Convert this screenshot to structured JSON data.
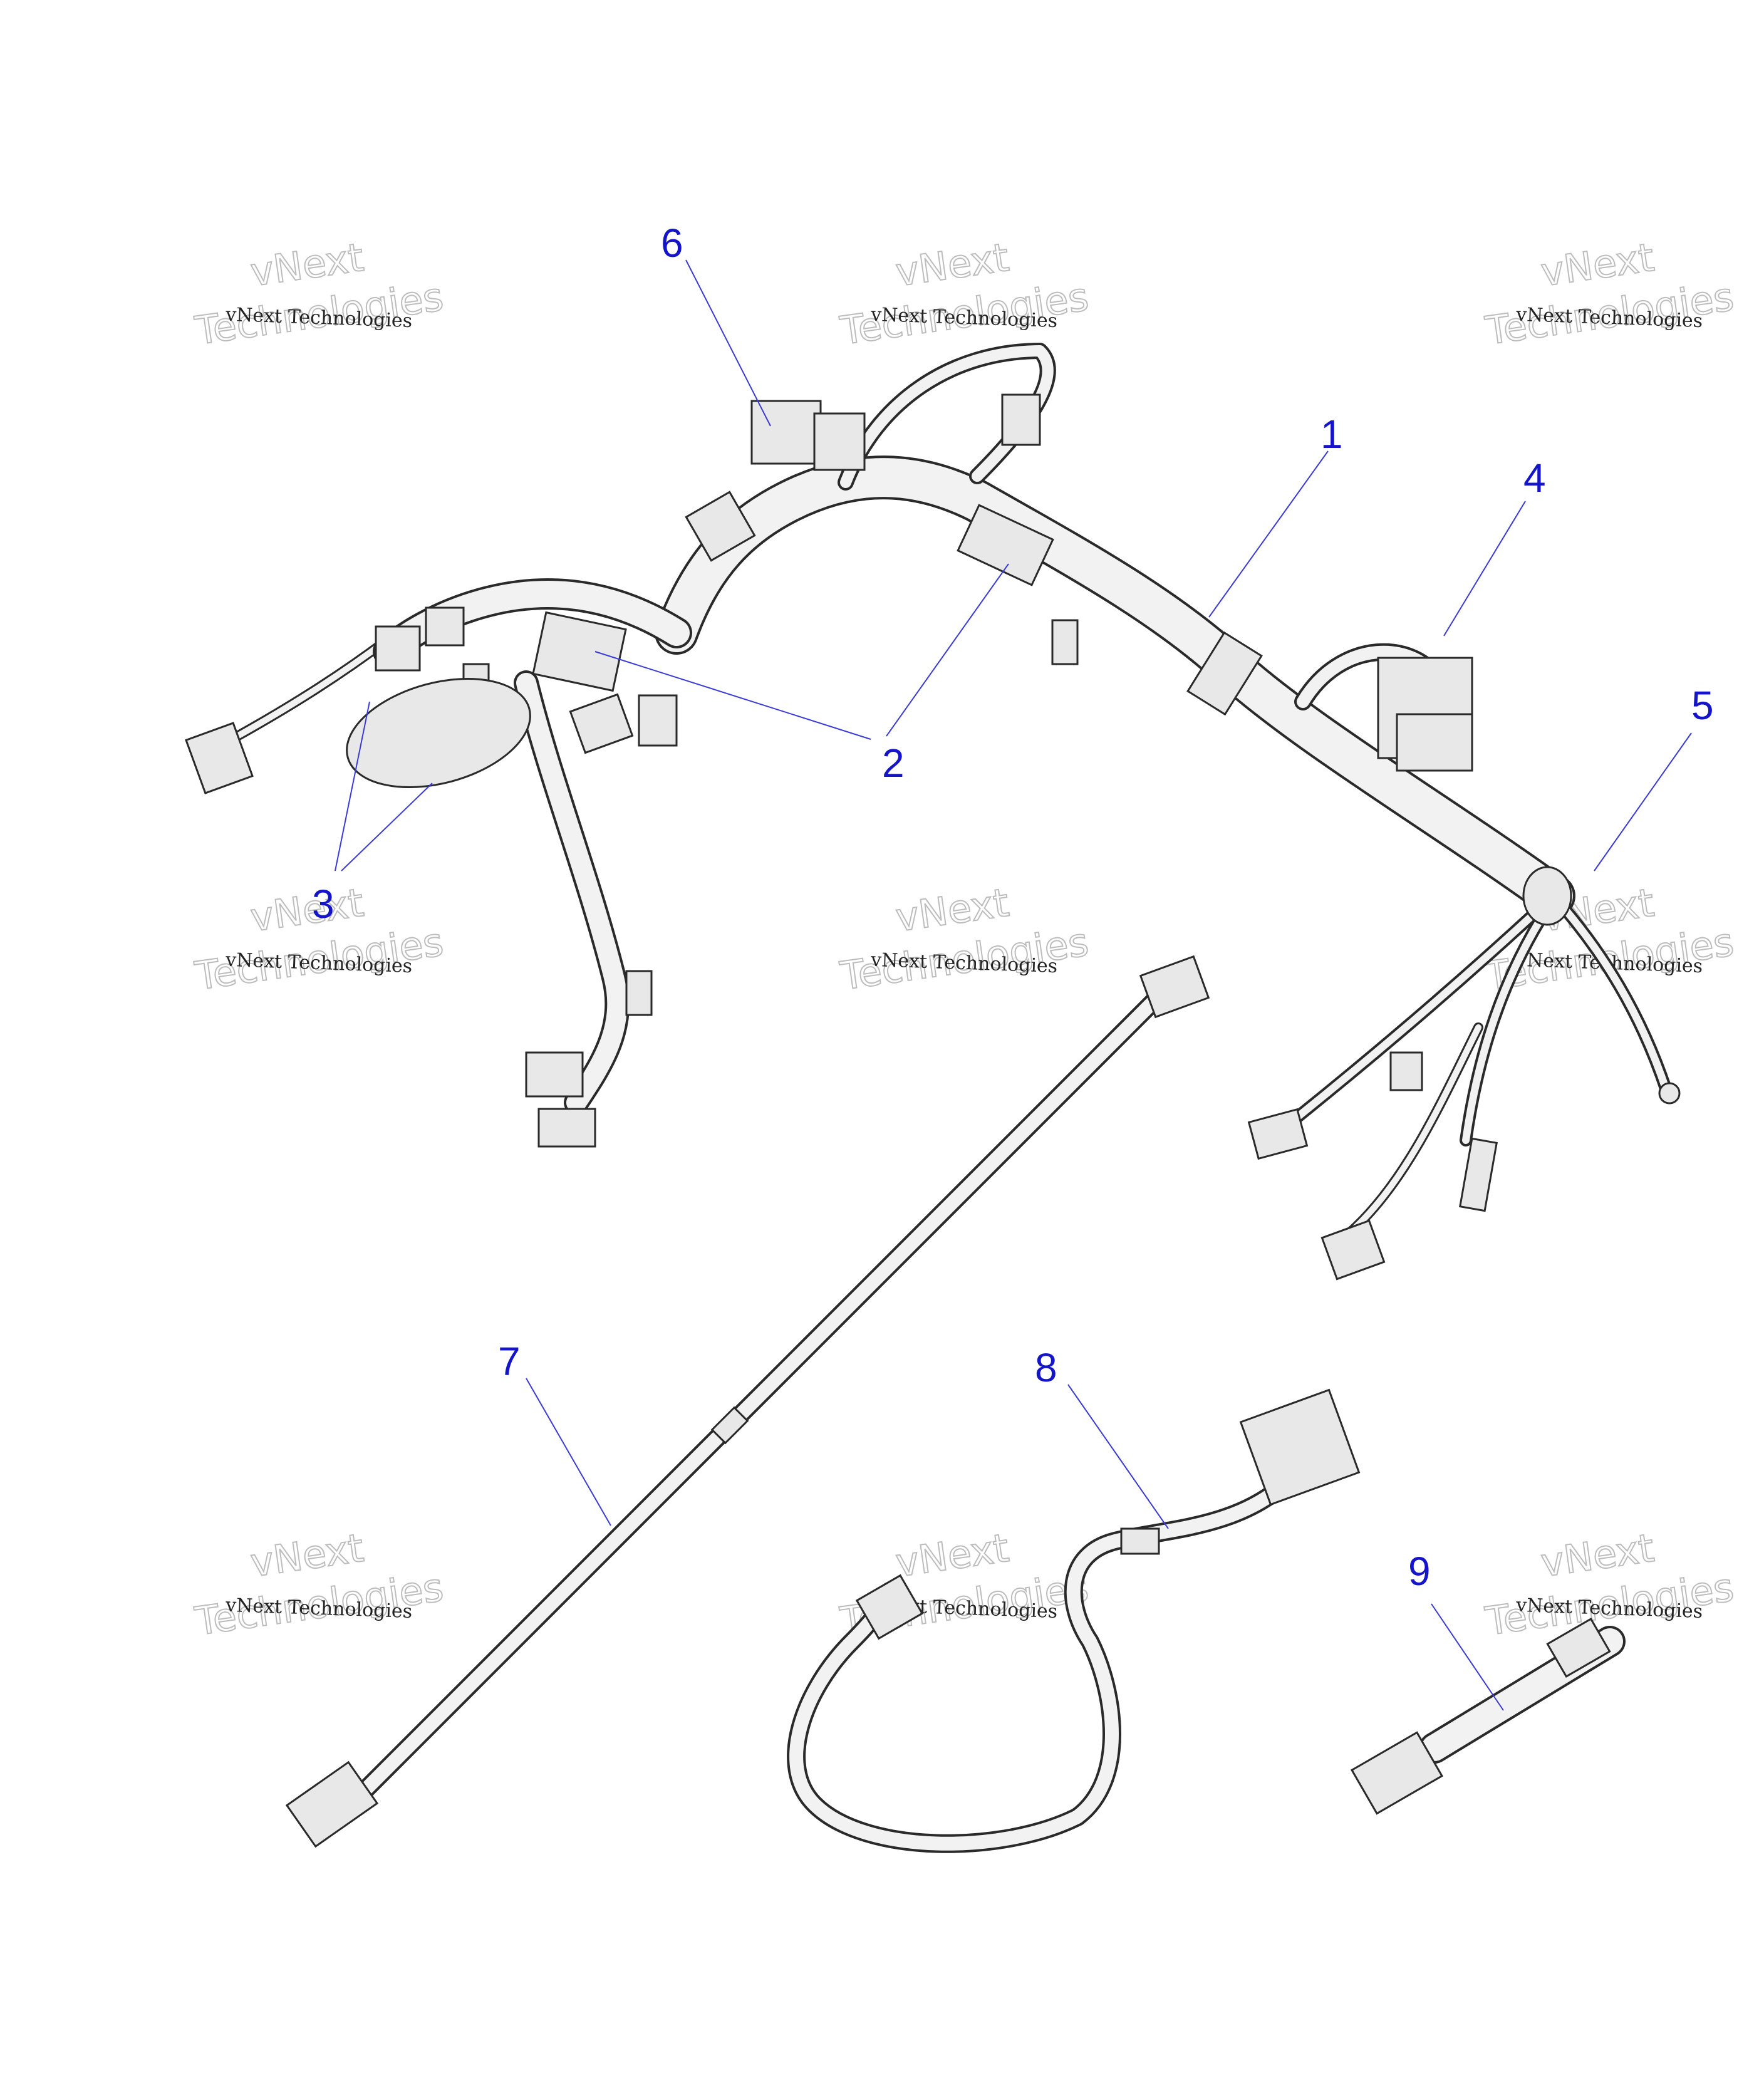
{
  "callouts": [
    {
      "id": "1",
      "label": "1"
    },
    {
      "id": "2",
      "label": "2"
    },
    {
      "id": "3",
      "label": "3"
    },
    {
      "id": "4",
      "label": "4"
    },
    {
      "id": "5",
      "label": "5"
    },
    {
      "id": "6",
      "label": "6"
    },
    {
      "id": "7",
      "label": "7"
    },
    {
      "id": "8",
      "label": "8"
    },
    {
      "id": "9",
      "label": "9"
    }
  ],
  "watermark": {
    "line1": "vNext Technologies",
    "line2": "vNext",
    "line3": "Technologies"
  },
  "colors": {
    "callout": "#1414c8",
    "leader": "#3a3ad6",
    "line_art": "#2a2a2a",
    "watermark_outline": "#bdbdbd"
  }
}
